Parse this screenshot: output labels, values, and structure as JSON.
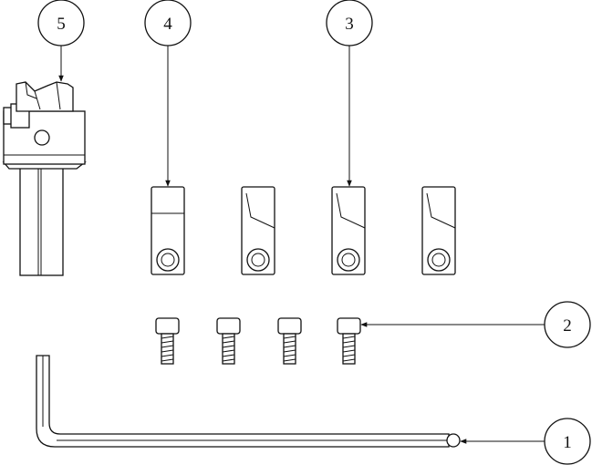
{
  "diagram": {
    "callouts": [
      {
        "id": "callout-5",
        "label": "5"
      },
      {
        "id": "callout-4",
        "label": "4"
      },
      {
        "id": "callout-3",
        "label": "3"
      },
      {
        "id": "callout-2",
        "label": "2"
      },
      {
        "id": "callout-1",
        "label": "1"
      }
    ],
    "parts": [
      {
        "id": "tool-holder",
        "callout": "5",
        "kind": "boring-bar-holder"
      },
      {
        "id": "cutter-insert",
        "callout": "4",
        "kind": "square-insert"
      },
      {
        "id": "cutter-insert",
        "callout": "3",
        "kind": "angled-insert"
      },
      {
        "id": "cap-screw",
        "callout": "2",
        "kind": "socket-head-cap-screw",
        "count": 4
      },
      {
        "id": "hex-key",
        "callout": "1",
        "kind": "ball-end-hex-key"
      }
    ]
  }
}
